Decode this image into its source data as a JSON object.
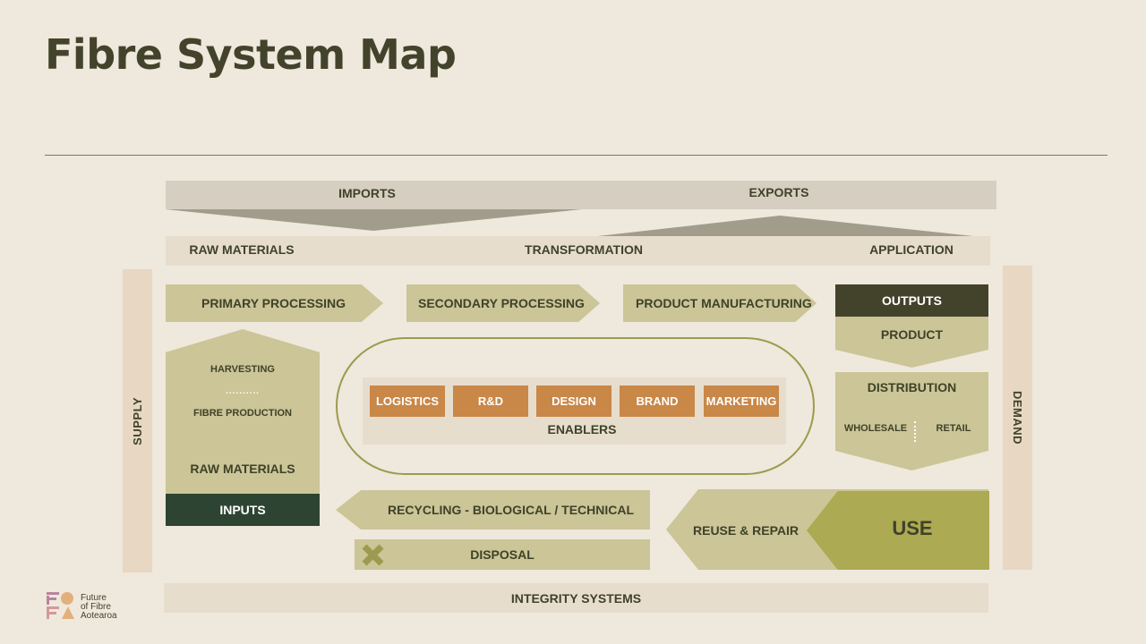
{
  "title": "Fibre System Map",
  "flows": {
    "imports": "IMPORTS",
    "exports": "EXPORTS"
  },
  "stages": {
    "raw_materials": "RAW MATERIALS",
    "transformation": "TRANSFORMATION",
    "application": "APPLICATION"
  },
  "sides": {
    "supply": "SUPPLY",
    "demand": "DEMAND"
  },
  "processing": {
    "primary": "PRIMARY PROCESSING",
    "secondary": "SECONDARY PROCESSING",
    "manufacturing": "PRODUCT MANUFACTURING"
  },
  "outputs": {
    "label": "OUTPUTS",
    "product": "PRODUCT"
  },
  "inputs": {
    "harvesting": "HARVESTING",
    "dots": "..........",
    "fibre_production": "FIBRE PRODUCTION",
    "raw_materials": "RAW MATERIALS",
    "label": "INPUTS"
  },
  "enablers": {
    "items": [
      "LOGISTICS",
      "R&D",
      "DESIGN",
      "BRAND",
      "MARKETING"
    ],
    "label": "ENABLERS"
  },
  "distribution": {
    "label": "DISTRIBUTION",
    "wholesale": "WHOLESALE",
    "retail": "RETAIL"
  },
  "loop": {
    "recycling": "RECYCLING - BIOLOGICAL / TECHNICAL",
    "disposal": "DISPOSAL",
    "reuse": "REUSE & REPAIR",
    "use": "USE"
  },
  "integrity": "INTEGRITY SYSTEMS",
  "logo": {
    "line1": "Future",
    "line2": "of Fibre",
    "line3": "Aotearoa"
  },
  "colors": {
    "background": "#efe8dc",
    "olive_light": "#cbc597",
    "olive_dark": "#acaa52",
    "dark_brown": "#43432c",
    "dark_green": "#2e4432",
    "orange": "#c98748",
    "beige": "#e7ddcd"
  }
}
